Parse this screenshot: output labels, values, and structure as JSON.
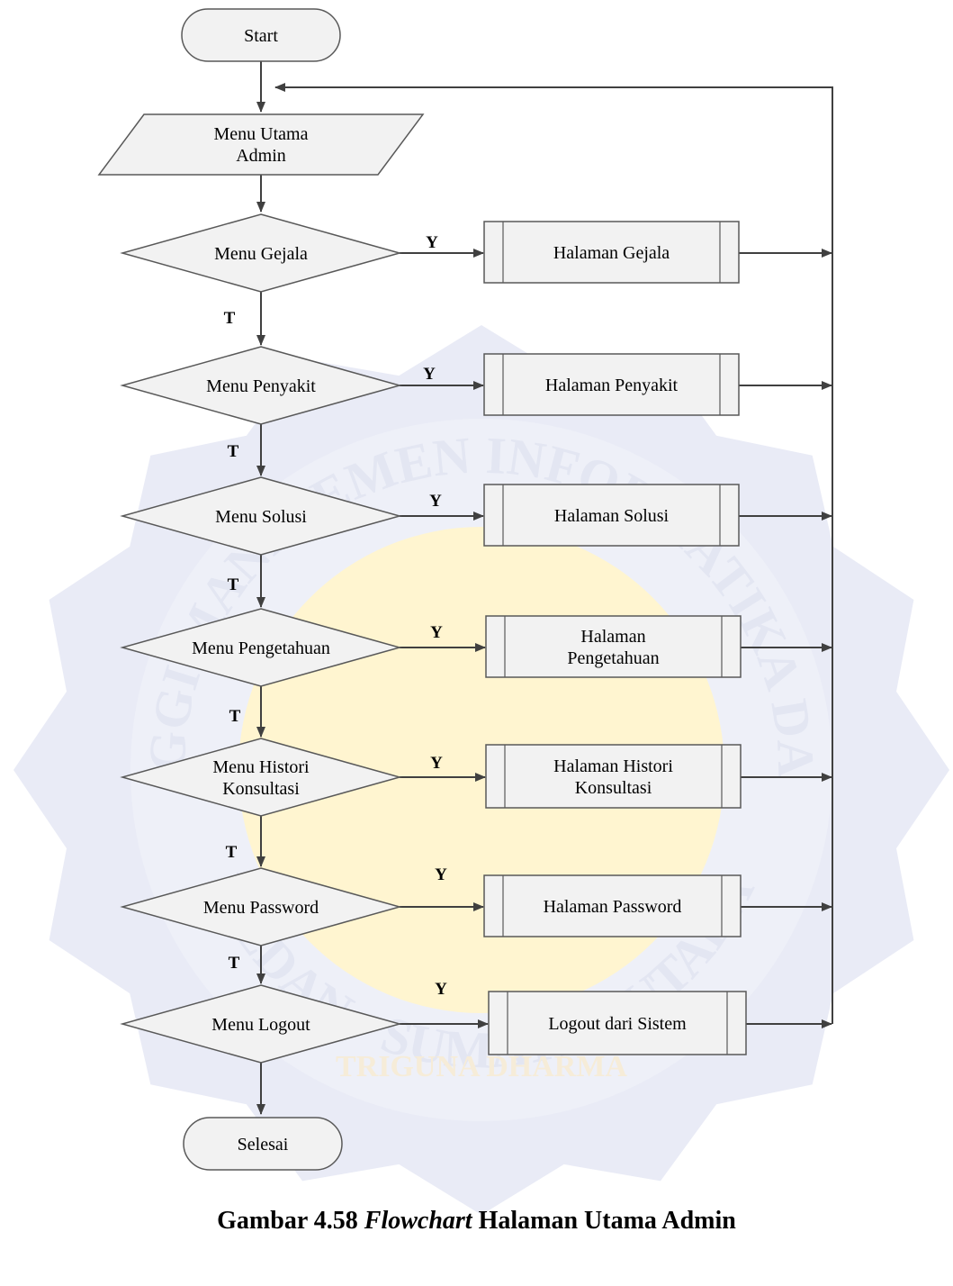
{
  "watermark": {
    "ring_text": "SEKOLAH TINGGI MANAJEMEN INFORMATIKA DAN KOMPUTER",
    "bottom_text": "MEDAN - SUMATRA UTARA",
    "emblem_text": "TRIGUNA DHARMA",
    "colors": {
      "outer": "#e9ebf6",
      "inner": "#fff5d0",
      "ring_text": "#e3e6f2"
    }
  },
  "colors": {
    "line": "#404040",
    "shape_fill": "#f2f2f2",
    "shape_stroke": "#595959"
  },
  "nodes": {
    "start": "Start",
    "menu_utama": [
      "Menu Utama",
      "Admin"
    ],
    "end": "Selesai"
  },
  "decisions": [
    {
      "id": "gejala",
      "label": [
        "Menu Gejala"
      ],
      "target": [
        "Halaman Gejala"
      ]
    },
    {
      "id": "penyakit",
      "label": [
        "Menu Penyakit"
      ],
      "target": [
        "Halaman Penyakit"
      ]
    },
    {
      "id": "solusi",
      "label": [
        "Menu Solusi"
      ],
      "target": [
        "Halaman Solusi"
      ]
    },
    {
      "id": "pengetahuan",
      "label": [
        "Menu Pengetahuan"
      ],
      "target": [
        "Halaman",
        "Pengetahuan"
      ]
    },
    {
      "id": "histori",
      "label": [
        "Menu Histori",
        "Konsultasi"
      ],
      "target": [
        "Halaman Histori",
        "Konsultasi"
      ]
    },
    {
      "id": "password",
      "label": [
        "Menu Password"
      ],
      "target": [
        "Halaman Password"
      ]
    },
    {
      "id": "logout",
      "label": [
        "Menu Logout"
      ],
      "target": [
        "Logout dari Sistem"
      ]
    }
  ],
  "branch_labels": {
    "yes": "Y",
    "no": "T"
  },
  "caption": {
    "prefix": "Gambar 4.58 ",
    "italic": "Flowchart",
    "suffix": " Halaman Utama Admin"
  }
}
